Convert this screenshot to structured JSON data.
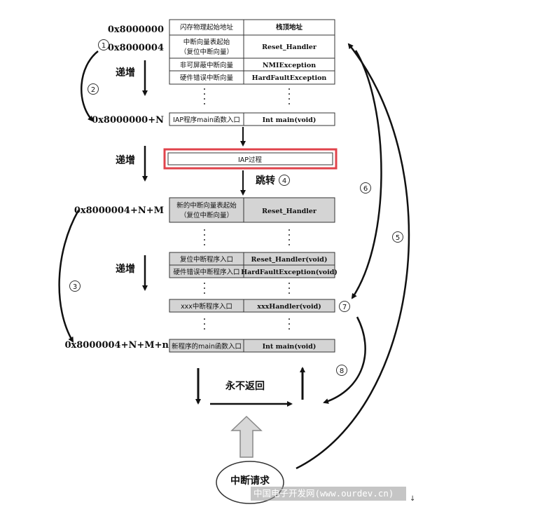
{
  "addresses": {
    "a0": "0x8000000",
    "a1": "0x8000004",
    "a2": "0x8000000+N",
    "a3": "0x8000004+N+M",
    "a4": "0x8000004+N+M+n"
  },
  "labels": {
    "increment": "递增",
    "jump": "跳转",
    "never_return": "永不返回",
    "interrupt_request": "中断请求"
  },
  "top_table": [
    {
      "left": "闪存物理起始地址",
      "right": "栈顶地址"
    },
    {
      "left_l1": "中断向量表起始",
      "left_l2": "（复位中断向量）",
      "right": "Reset_Handler"
    },
    {
      "left": "非可屏蔽中断向量",
      "right": "NMIException"
    },
    {
      "left": "硬件错误中断向量",
      "right": "HardFaultException"
    }
  ],
  "iap_entry": {
    "left": "IAP程序main函数入口",
    "right": "Int main(void)"
  },
  "iap_process": "IAP过程",
  "new_table": {
    "header": {
      "left_l1": "新的中断向量表起始",
      "left_l2": "（复位中断向量）",
      "right": "Reset_Handler"
    },
    "rows": [
      {
        "left": "复位中断程序入口",
        "right": "Reset_Handler(void)"
      },
      {
        "left": "硬件错误中断程序入口",
        "right": "HardFaultException(void)"
      }
    ],
    "xxx": {
      "left": "xxx中断程序入口",
      "right": "xxxHandler(void)"
    },
    "main": {
      "left": "新程序的main函数入口",
      "right": "Int main(void)"
    }
  },
  "step_numbers": [
    "1",
    "2",
    "3",
    "4",
    "5",
    "6",
    "7",
    "8"
  ],
  "highlight_color": "#e0434b",
  "watermark": "中国电子开发网(www.ourdev.cn)",
  "cursor_glyph": "↓"
}
